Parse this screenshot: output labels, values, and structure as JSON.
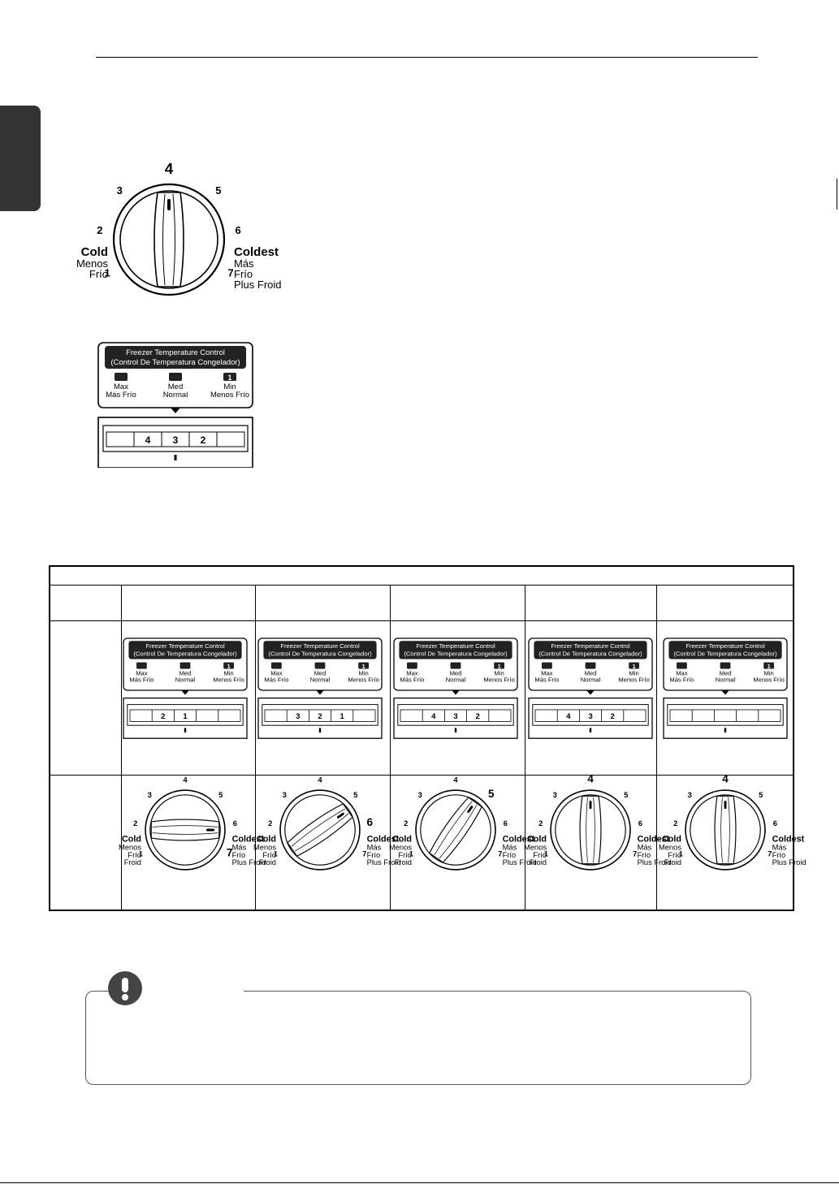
{
  "dial": {
    "numbers": [
      "1",
      "2",
      "3",
      "4",
      "5",
      "6",
      "7"
    ],
    "cold_label": "Cold",
    "cold_sub1": "Menos",
    "cold_sub2": "Frío",
    "coldest_label": "Coldest",
    "coldest_sub1": "Más",
    "coldest_sub2": "Frío",
    "coldest_sub3": "Plus Froid",
    "cold_sub3_small": "Froid"
  },
  "freezer_control": {
    "title_line1": "Freezer Temperature Control",
    "title_line2": "(Control De Temperatura Congelador)",
    "max_label": "Max",
    "max_sub": "Más Frío",
    "med_label": "Med",
    "med_sub": "Normal",
    "min_label": "Min",
    "min_sub": "Menos Frío",
    "min_indicator": "1"
  },
  "main_freezer_strip": [
    "",
    "4",
    "3",
    "2",
    ""
  ],
  "table": {
    "freezer_strips": [
      [
        "",
        "2",
        "1",
        "",
        ""
      ],
      [
        "",
        "3",
        "2",
        "1",
        ""
      ],
      [
        "",
        "4",
        "3",
        "2",
        ""
      ],
      [
        "",
        "4",
        "3",
        "2",
        ""
      ],
      [
        "",
        "",
        "",
        "",
        ""
      ]
    ],
    "dial_settings": [
      7,
      6,
      5,
      4,
      4
    ]
  },
  "colors": {
    "dark": "#222222",
    "tab": "#333333",
    "note_icon": "#444444"
  },
  "icons": {
    "note": "exclamation-icon"
  }
}
